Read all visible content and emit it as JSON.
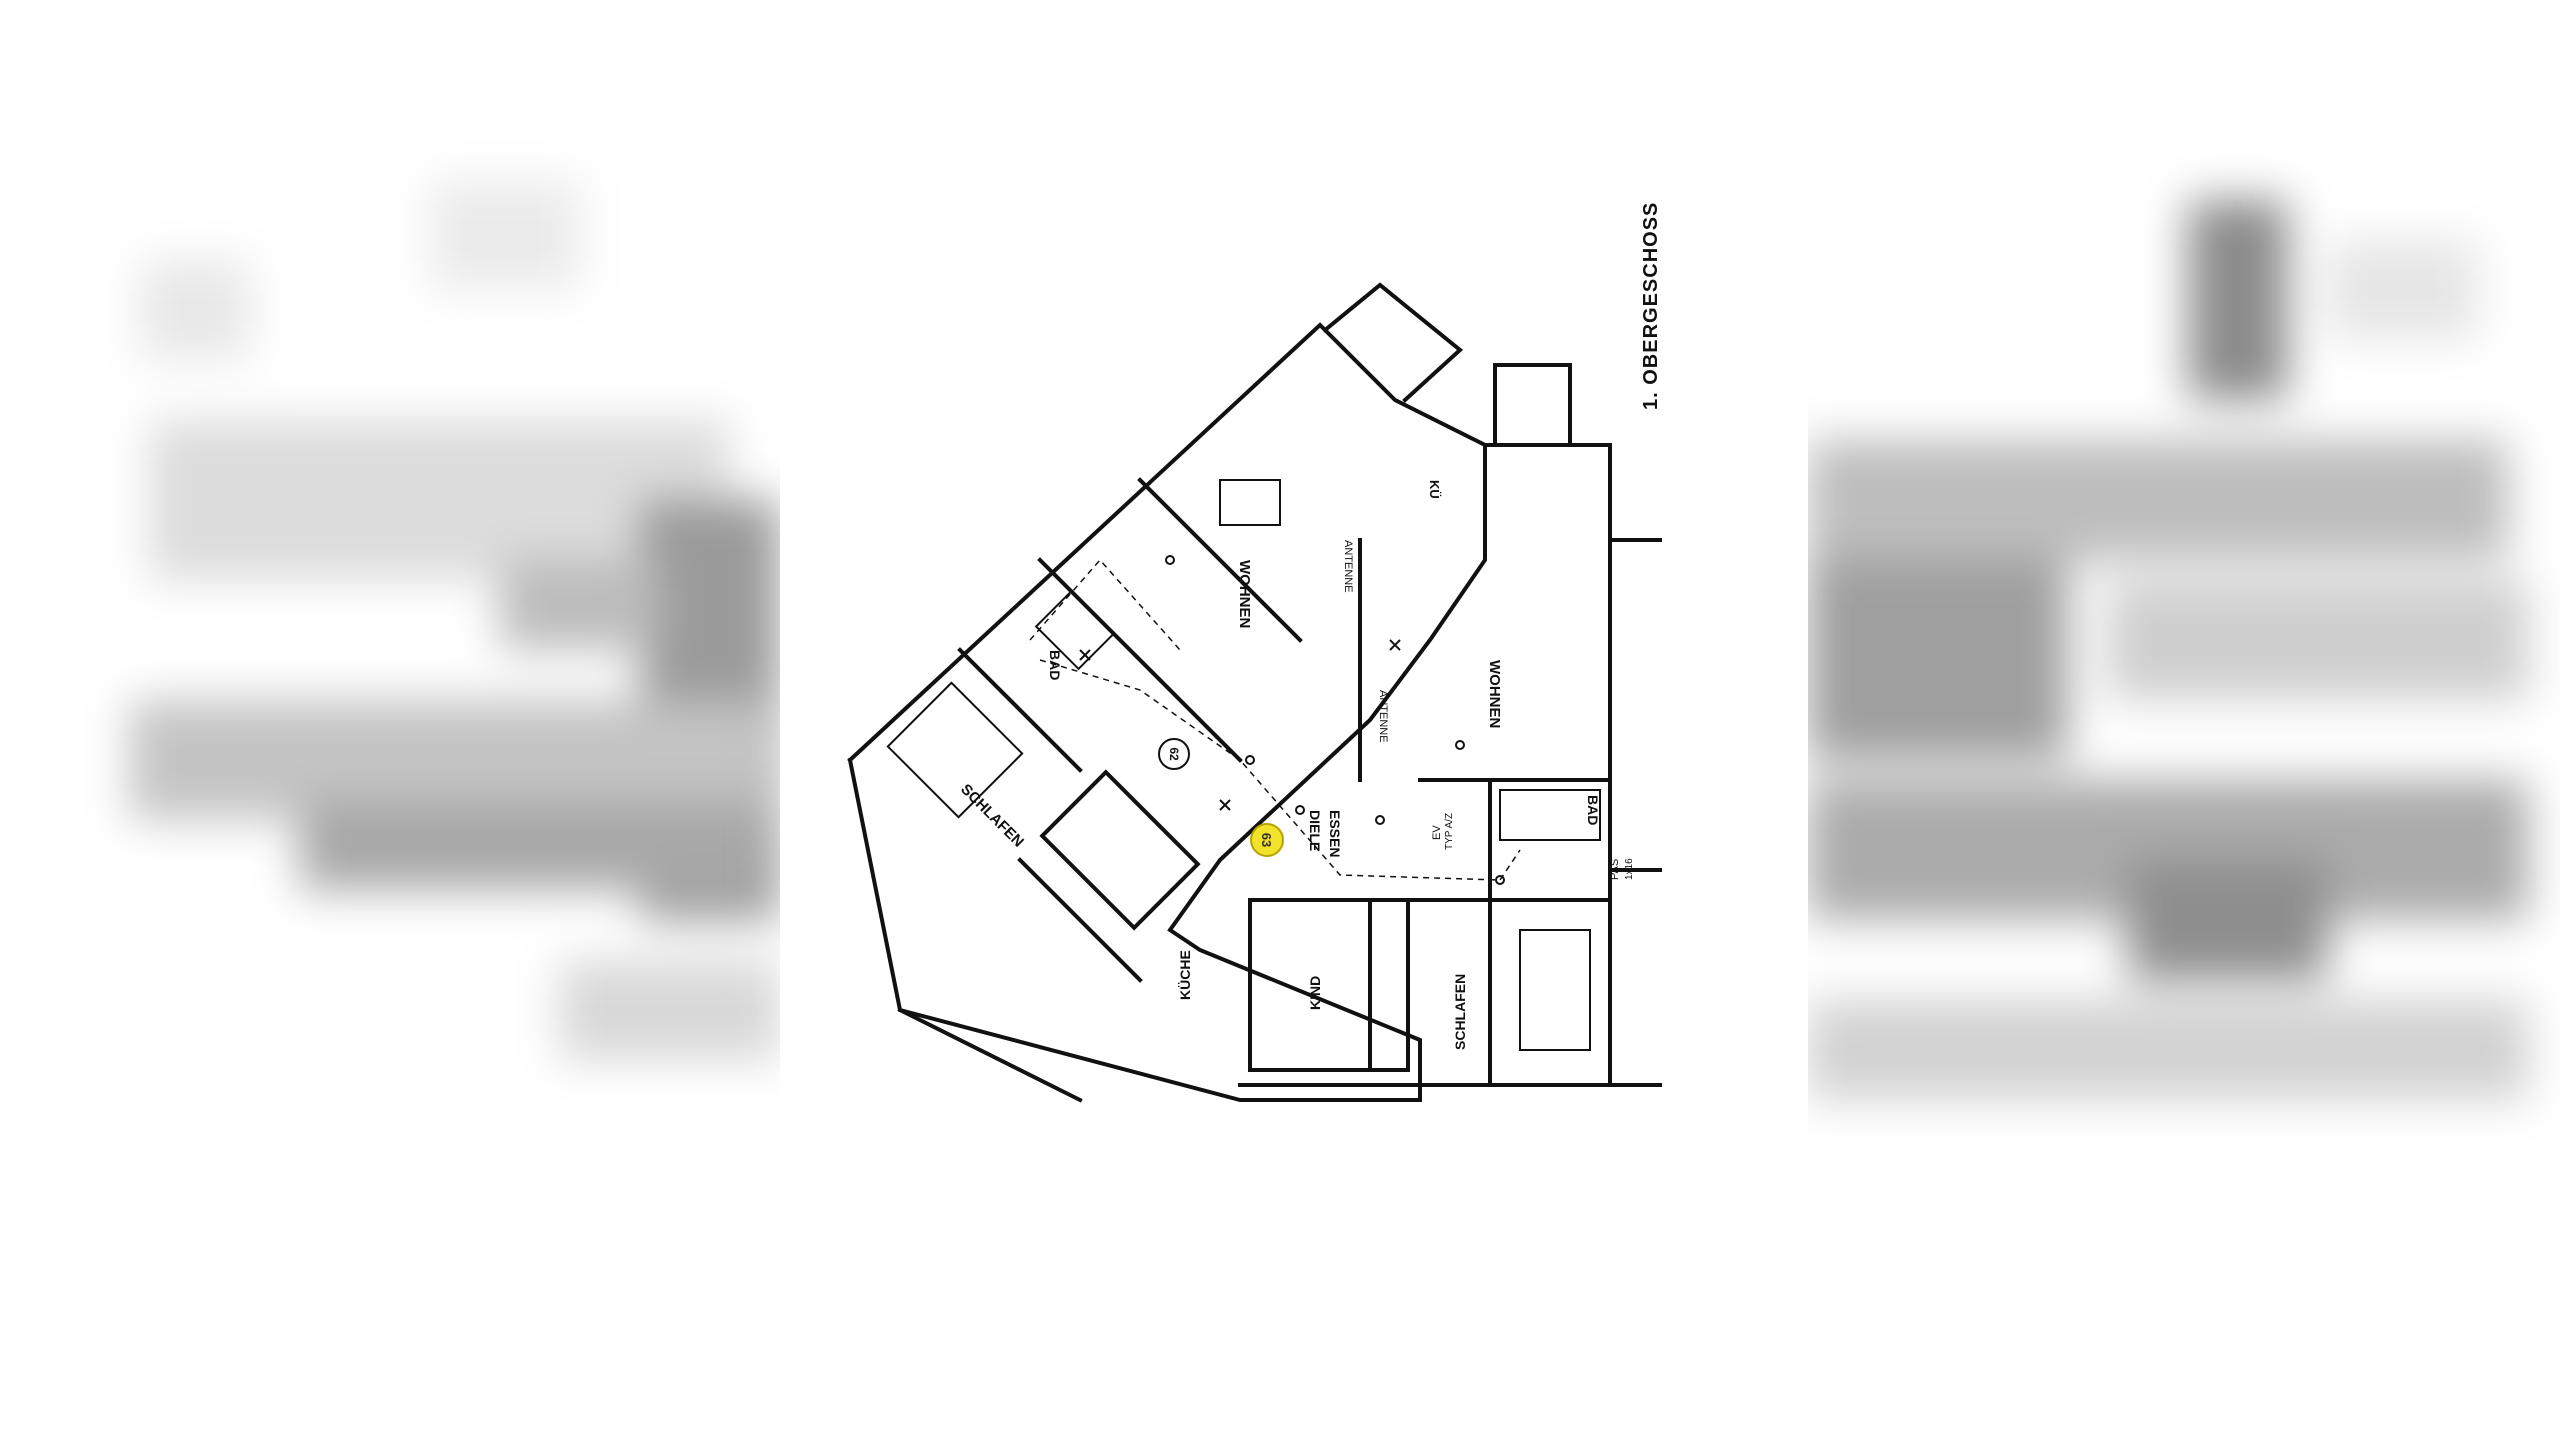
{
  "plan": {
    "title": "1. OBERGESCHOSS",
    "markers": {
      "highlight": "63",
      "plain": "62"
    },
    "rooms_left": {
      "wohnen": "WOHNEN",
      "bad": "BAD",
      "schlafen": "SCHLAFEN",
      "kueche": "KÜCHE",
      "kind": "KIND",
      "diele_essen_1": "DIELE",
      "diele_essen_2": "ESSEN",
      "kue_small": "KÜ",
      "antenne": "ANTENNE"
    },
    "rooms_right": {
      "wohnen": "WOHNEN",
      "bad": "BAD",
      "schlafen": "SCHLAFEN",
      "antenne": "ANTENNE",
      "pas": "PAS",
      "pas_sub": "1x16",
      "ev": "EV",
      "typ": "TYP A/Z"
    }
  },
  "colors": {
    "line": "#111111",
    "highlight": "#f2e22a",
    "background": "#ffffff"
  }
}
